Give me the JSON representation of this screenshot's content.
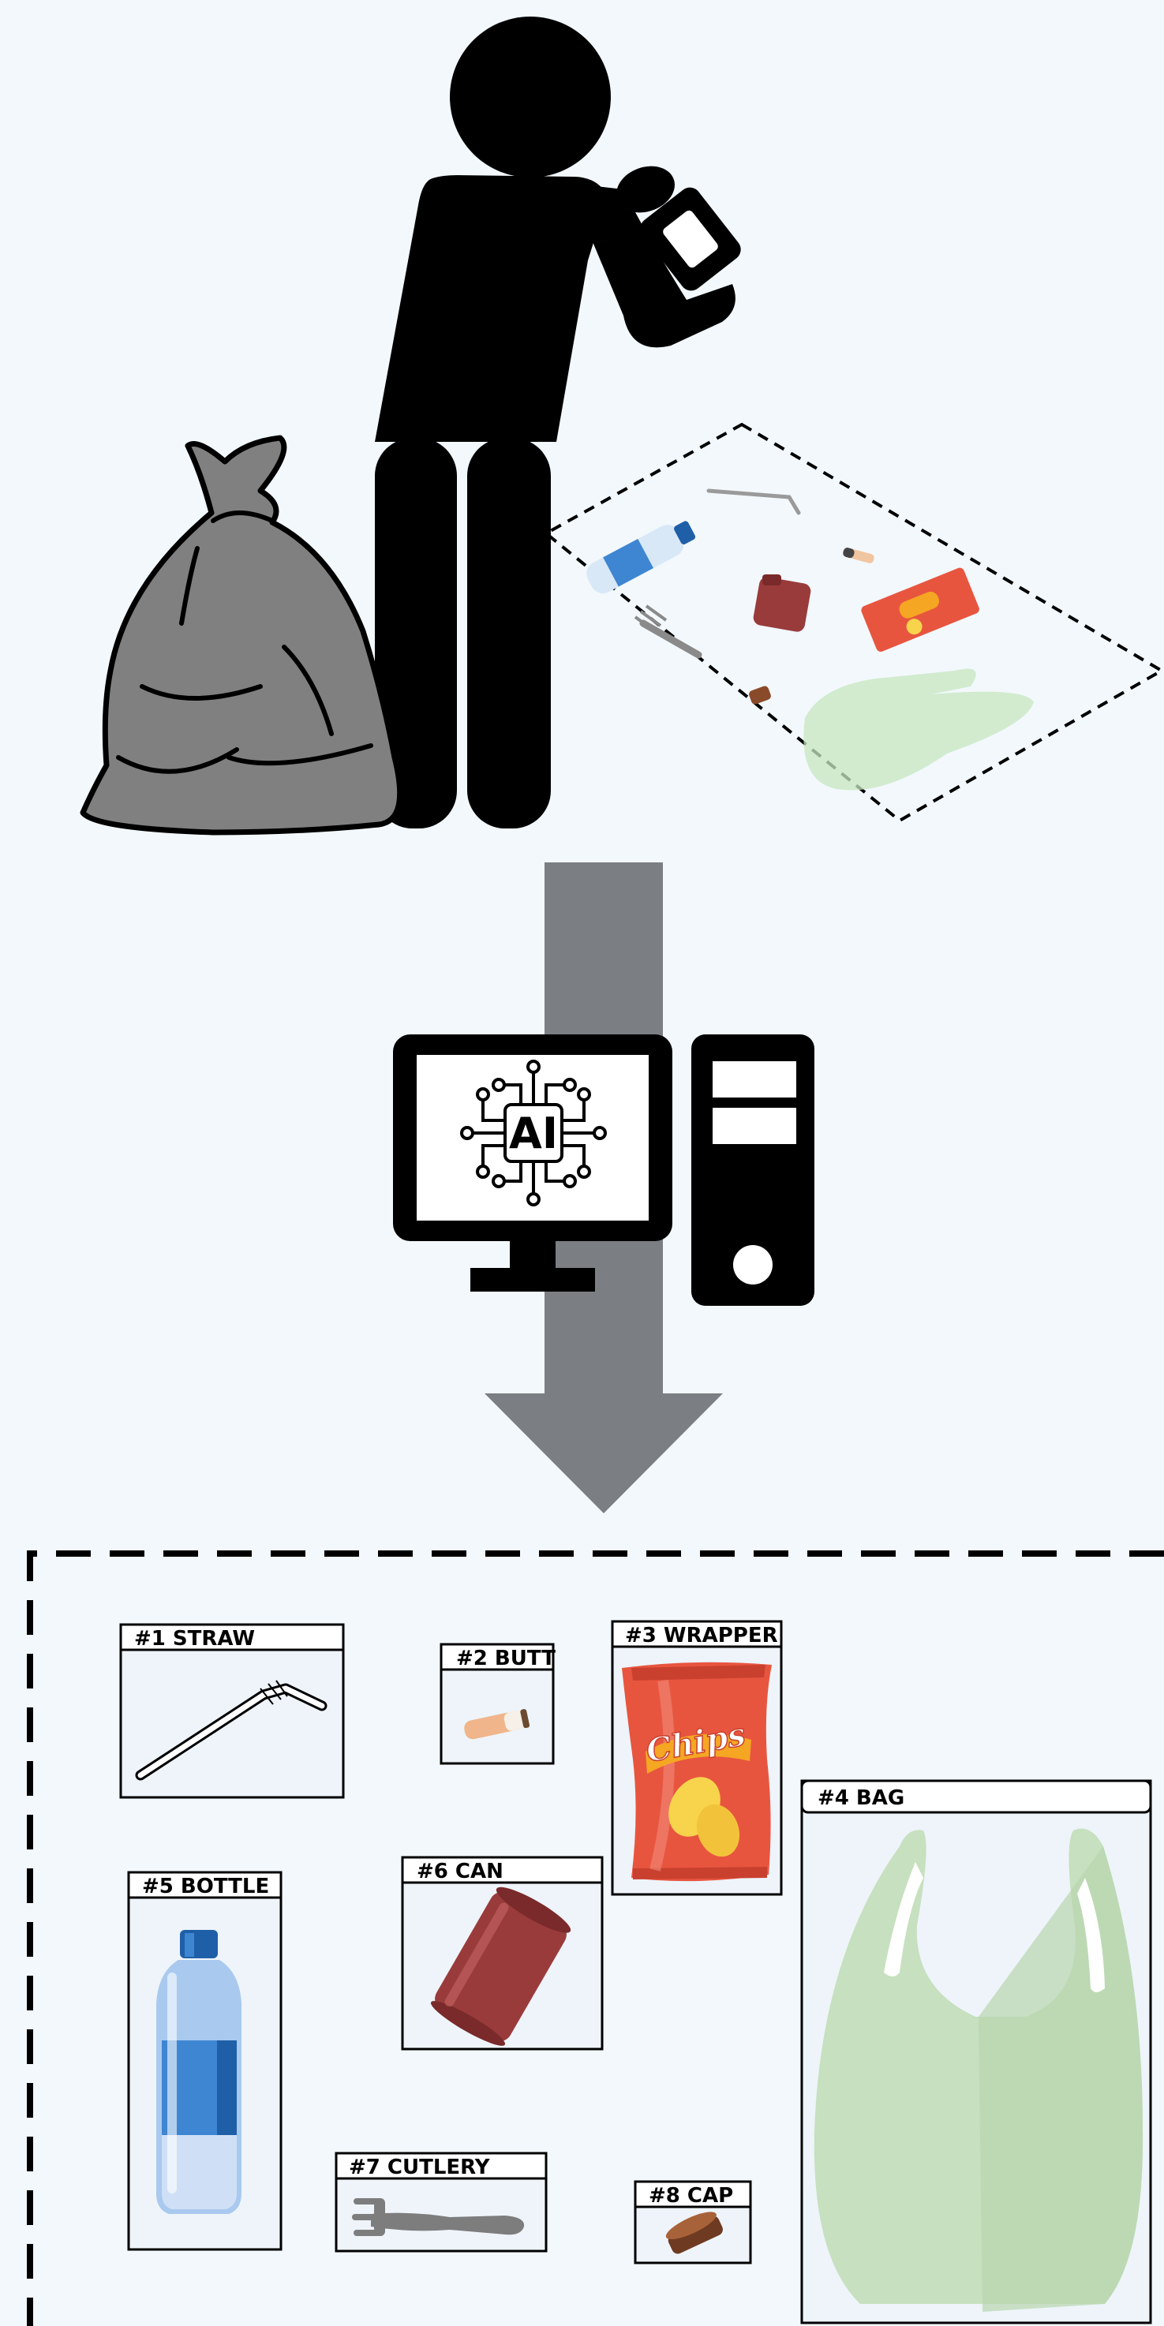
{
  "ai_label": "AI",
  "chips_text": "Chips",
  "items": [
    {
      "id": "straw",
      "label": "#1 STRAW"
    },
    {
      "id": "butt",
      "label": "#2 BUTT"
    },
    {
      "id": "wrapper",
      "label": "#3 WRAPPER"
    },
    {
      "id": "bag",
      "label": "#4 BAG"
    },
    {
      "id": "bottle",
      "label": "#5 BOTTLE"
    },
    {
      "id": "can",
      "label": "#6 CAN"
    },
    {
      "id": "cutlery",
      "label": "#7 CUTLERY"
    },
    {
      "id": "cap",
      "label": "#8 CAP"
    }
  ],
  "colors": {
    "background": "#f2f8fc",
    "figure": "#000000",
    "trash_bag": "#808080",
    "arrow": "#7b7f83",
    "bottle_blue": "#3f86d2",
    "can_red": "#9a3b3b",
    "wrapper_red": "#e8553f",
    "bag_green": "#c7e0bf"
  }
}
